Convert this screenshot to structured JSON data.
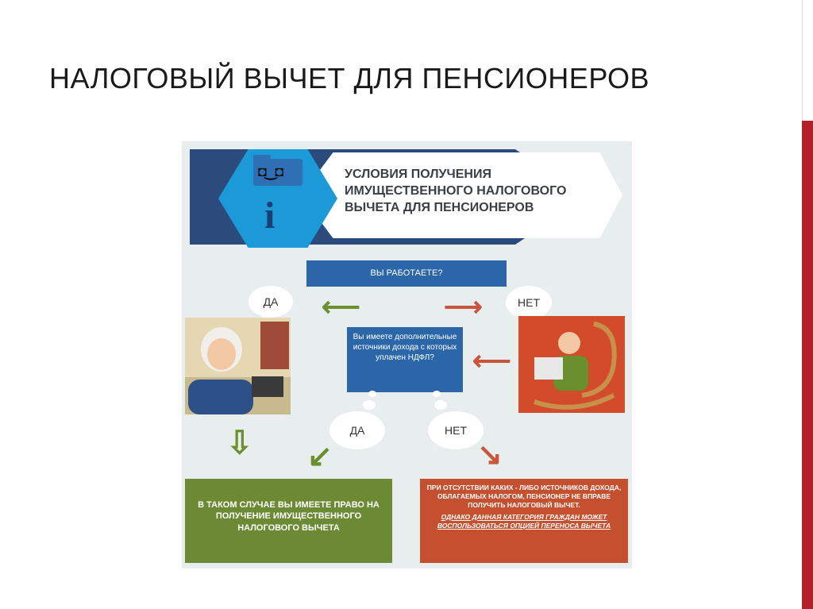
{
  "slide": {
    "title": "НАЛОГОВЫЙ ВЫЧЕТ ДЛЯ ПЕНСИОНЕРОВ"
  },
  "infographic": {
    "header": "УСЛОВИЯ ПОЛУЧЕНИЯ ИМУЩЕСТВЕННОГО НАЛОГОВОГО ВЫЧЕТА ДЛЯ ПЕНСИОНЕРОВ",
    "question1": "ВЫ РАБОТАЕТЕ?",
    "question2": "Вы имеете дополнительные источники дохода с которых уплачен НДФЛ?",
    "yes": "ДА",
    "no": "НЕТ",
    "result_yes": "В ТАКОМ СЛУЧАЕ ВЫ ИМЕЕТЕ ПРАВО НА ПОЛУЧЕНИЕ ИМУЩЕСТВЕННОГО НАЛОГОВОГО ВЫЧЕТА",
    "result_no": "ПРИ ОТСУТСТВИИ КАКИХ - ЛИБО ИСТОЧНИКОВ ДОХОДА, ОБЛАГАЕМЫХ НАЛОГОМ, ПЕНСИОНЕР НЕ ВПРАВЕ ПОЛУЧИТЬ НАЛОГОВЫЙ ВЫЧЕТ.",
    "result_no_note": "ОДНАКО ДАННАЯ КАТЕГОРИЯ ГРАЖДАН МОЖЕТ ВОСПОЛЬЗОВАТЬСЯ ОПЦИЕЙ ПЕРЕНОСА ВЫЧЕТА"
  },
  "colors": {
    "accent_red": "#b3202a",
    "blue": "#2a66a8",
    "hex_blue": "#1c9ad8",
    "green": "#6b8a33",
    "orange": "#c4502f"
  },
  "icons": [
    "folder-icon",
    "info-icon",
    "arrow-left-icon",
    "arrow-right-icon",
    "arrow-down-icon"
  ]
}
